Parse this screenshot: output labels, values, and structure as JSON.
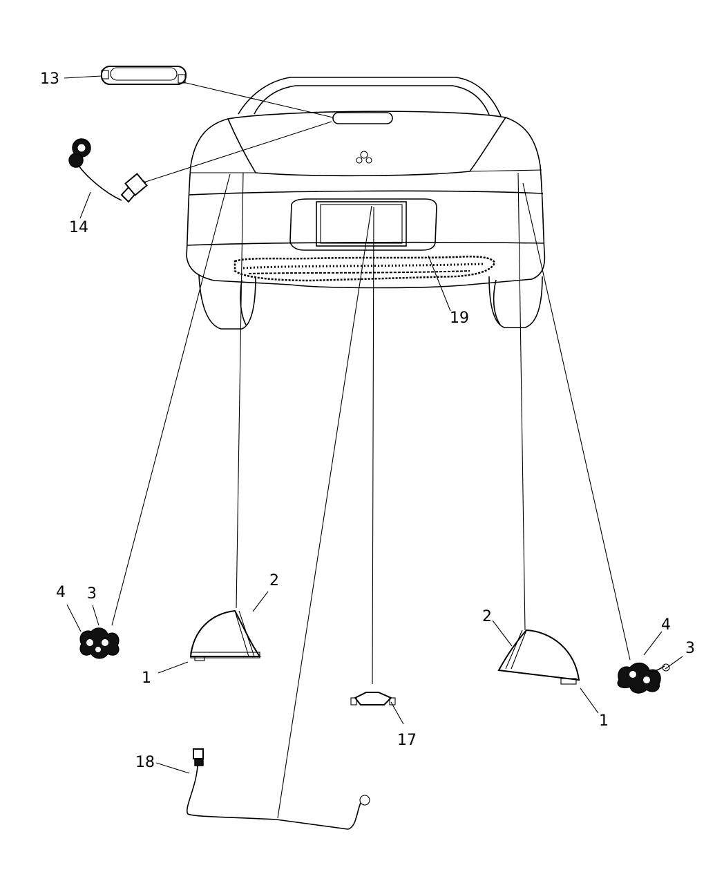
{
  "callouts": {
    "c13": "13",
    "c14": "14",
    "c19": "19",
    "c4_left": "4",
    "c3_left": "3",
    "c2_left": "2",
    "c1_left": "1",
    "c2_right": "2",
    "c4_right": "4",
    "c3_right": "3",
    "c1_right": "1",
    "c17": "17",
    "c18": "18"
  },
  "colors": {
    "line": "#000000",
    "background": "#ffffff"
  },
  "icons": {
    "emblem": "brand-emblem-icon"
  }
}
